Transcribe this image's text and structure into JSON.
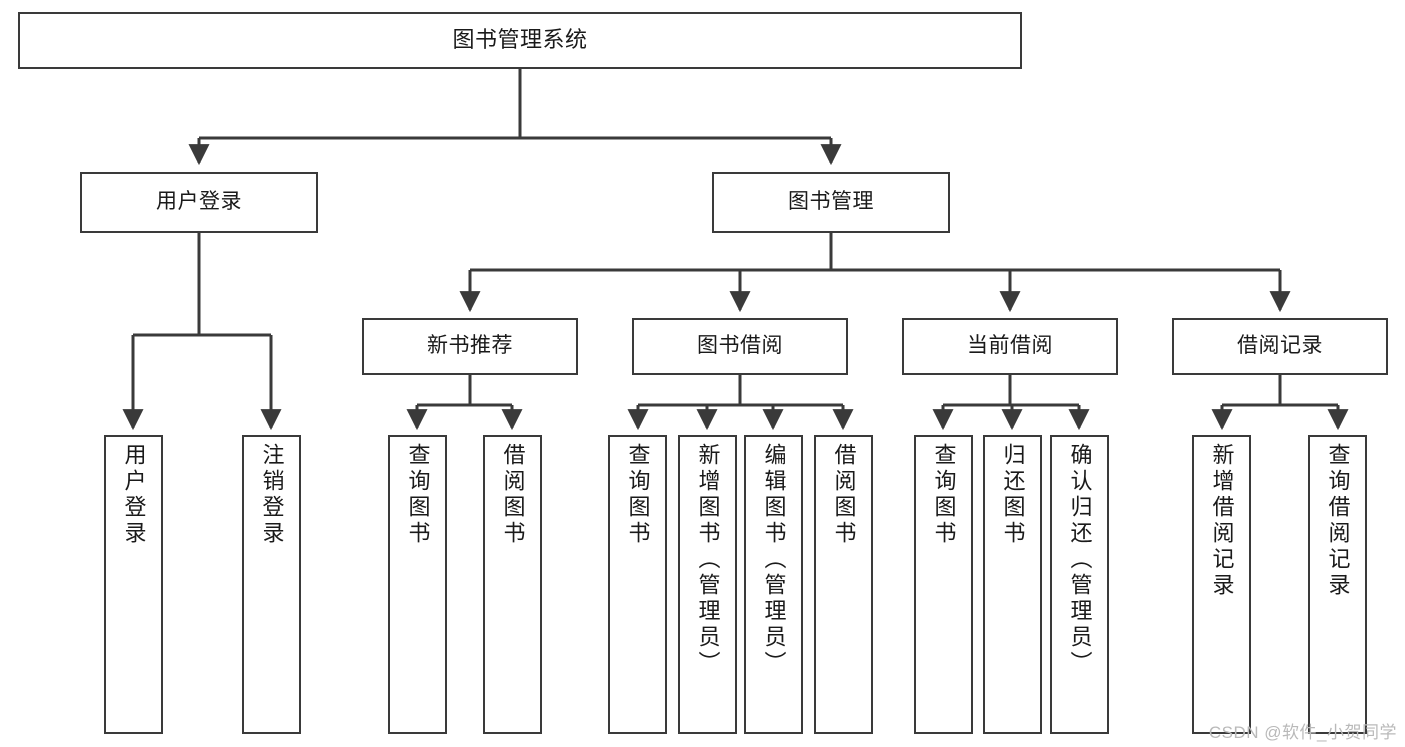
{
  "diagram": {
    "type": "tree-structure-chart",
    "title": "图书管理系统",
    "line_color": "#3a3a3a",
    "box_fill": "#ffffff",
    "text_color": "#1a1a1a",
    "watermark": "CSDN @软件_小贺同学"
  },
  "nodes": {
    "root": {
      "label": "图书管理系统"
    },
    "level1": [
      {
        "id": "user-login",
        "label": "用户登录"
      },
      {
        "id": "book-manage",
        "label": "图书管理"
      }
    ],
    "level2": [
      {
        "id": "new-book-recommend",
        "label": "新书推荐"
      },
      {
        "id": "book-borrow",
        "label": "图书借阅"
      },
      {
        "id": "current-borrow",
        "label": "当前借阅"
      },
      {
        "id": "borrow-record",
        "label": "借阅记录"
      }
    ],
    "leaves": {
      "user-login": [
        {
          "id": "leaf-user-login",
          "label": "用户登录"
        },
        {
          "id": "leaf-logout-login",
          "label": "注销登录"
        }
      ],
      "new-book-recommend": [
        {
          "id": "leaf-query-book-1",
          "label": "查询图书"
        },
        {
          "id": "leaf-borrow-book-1",
          "label": "借阅图书"
        }
      ],
      "book-borrow": [
        {
          "id": "leaf-query-book-2",
          "label": "查询图书"
        },
        {
          "id": "leaf-add-book",
          "label": "新增图书（管理员）"
        },
        {
          "id": "leaf-edit-book",
          "label": "编辑图书（管理员）"
        },
        {
          "id": "leaf-borrow-book-2",
          "label": "借阅图书"
        }
      ],
      "current-borrow": [
        {
          "id": "leaf-query-book-3",
          "label": "查询图书"
        },
        {
          "id": "leaf-return-book",
          "label": "归还图书"
        },
        {
          "id": "leaf-confirm-return",
          "label": "确认归还（管理员）"
        }
      ],
      "borrow-record": [
        {
          "id": "leaf-add-record",
          "label": "新增借阅记录"
        },
        {
          "id": "leaf-query-record",
          "label": "查询借阅记录"
        }
      ]
    }
  }
}
